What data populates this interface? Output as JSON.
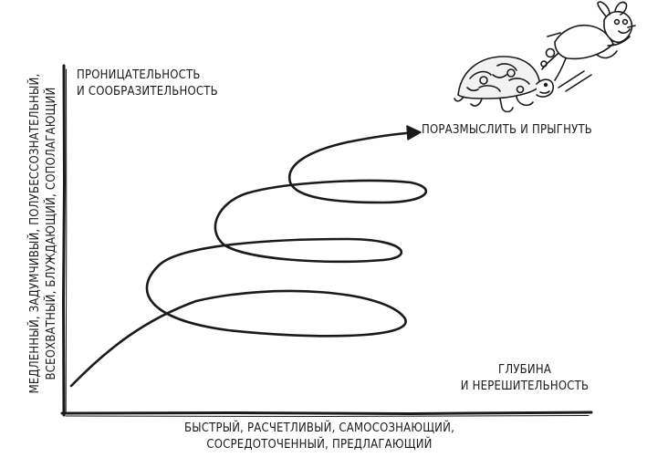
{
  "diagram": {
    "y_axis_top_label": [
      "ПРОНИЦАТЕЛЬНОСТЬ",
      "И СООБРАЗИТЕЛЬНОСТЬ"
    ],
    "y_axis_side_label": [
      "МЕДЛЕННЫЙ, ЗАДУМЧИВЫЙ, ПОЛУБЕССОЗНАТЕЛЬНЫЙ,",
      "ВСЕОХВАТНЫЙ, БЛУЖДАЮЩИЙ, СОПОЛАГАЮЩИЙ"
    ],
    "x_axis_right_label": [
      "ГЛУБИНА",
      "И НЕРЕШИТЕЛЬНОСТЬ"
    ],
    "x_axis_bottom_label": [
      "БЫСТРЫЙ, РАСЧЕТЛИВЫЙ, САМОСОЗНАЮЩИЙ,",
      "СОСРЕДОТОЧЕННЫЙ, ПРЕДЛАГАЮЩИЙ"
    ],
    "target_label": "ПОРАЗМЫСЛИТЬ И ПРЫГНУТЬ",
    "illustration": "tortoise-and-hare-icon",
    "stroke_color": "#1a1a1a"
  }
}
